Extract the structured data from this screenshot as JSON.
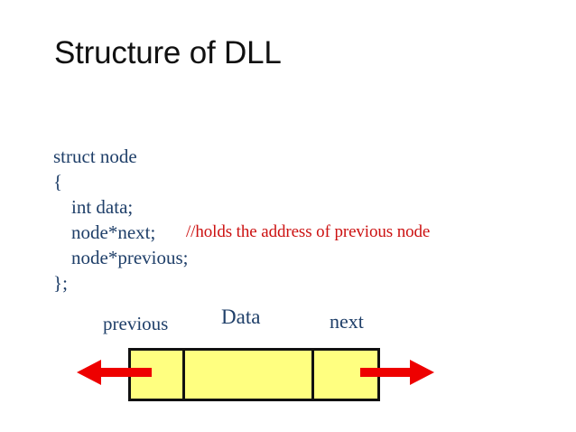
{
  "slide": {
    "title": "Structure of DLL",
    "background_color": "#ffffff"
  },
  "code": {
    "text_color": "#1f3f69",
    "comment_color": "#cc1111",
    "lines": [
      {
        "text": "struct node",
        "indent": 0
      },
      {
        "text": "{",
        "indent": 0
      },
      {
        "text": "int data;",
        "indent": 1
      },
      {
        "text": "node*next;",
        "indent": 1
      },
      {
        "text": "node*previous;",
        "indent": 1
      },
      {
        "text": "};",
        "indent": 0
      }
    ],
    "comment": "//holds the address of previous node"
  },
  "diagram": {
    "labels": {
      "previous": "previous",
      "data": "Data",
      "next": "next"
    },
    "node_fill_color": "#ffff80",
    "node_border_color": "#111111",
    "arrow_color": "#ee0000",
    "arrows": [
      {
        "name": "previous-pointer-arrow",
        "direction": "left"
      },
      {
        "name": "next-pointer-arrow",
        "direction": "right"
      }
    ]
  }
}
